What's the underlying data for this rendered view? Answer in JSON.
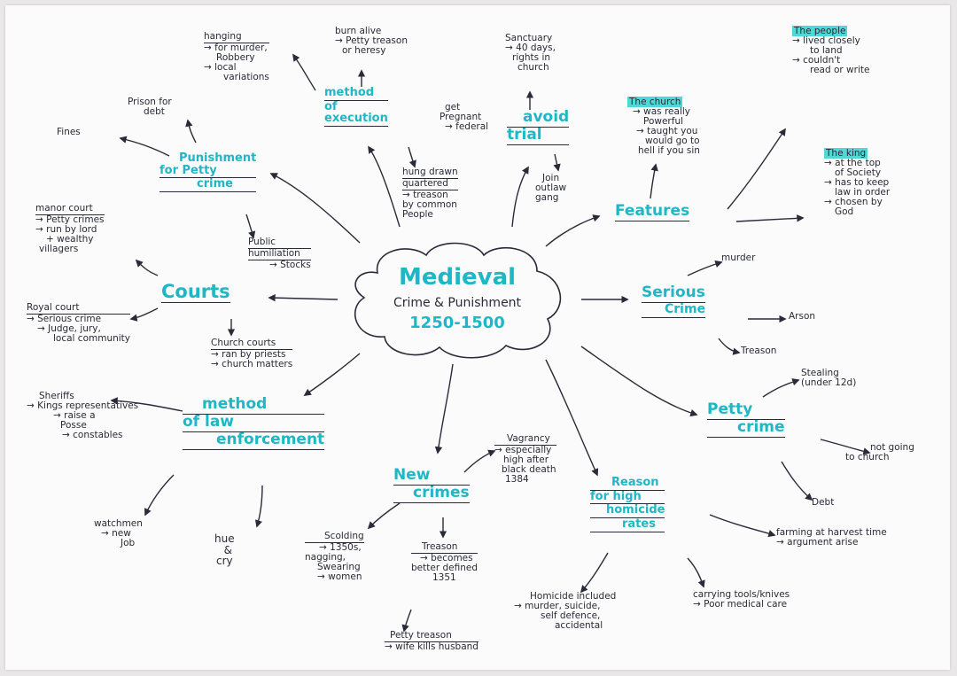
{
  "center": {
    "title": "Medieval",
    "subtitle": "Crime & Punishment",
    "years": "1250-1500"
  },
  "nodes": {
    "hanging": {
      "head": "hanging",
      "lines": [
        "→ for murder,",
        "Robbery",
        "→ local",
        "variations"
      ]
    },
    "burn": {
      "lines": [
        "burn alive",
        "→ Petty treason",
        "or heresy"
      ]
    },
    "method_exec": {
      "lines": [
        "method",
        "of",
        "execution"
      ]
    },
    "sanctuary": {
      "lines": [
        "Sanctuary",
        "→ 40 days,",
        "rights in",
        "church"
      ]
    },
    "get_pregnant": {
      "lines": [
        "get",
        "Pregnant",
        "→ federal"
      ]
    },
    "avoid_trial": {
      "lines": [
        "avoid",
        "trial"
      ]
    },
    "join_outlaw": {
      "lines": [
        "Join",
        "outlaw",
        "gang"
      ]
    },
    "hung_drawn": {
      "lines": [
        "hung drawn",
        "quartered",
        "→ treason",
        "by common",
        "People"
      ]
    },
    "prison": {
      "lines": [
        "Prison for",
        "debt"
      ]
    },
    "fines": {
      "lines": [
        "Fines"
      ]
    },
    "punishment": {
      "lines": [
        "Punishment",
        "for Petty",
        "crime"
      ]
    },
    "public_hum": {
      "lines": [
        "Public",
        "humiliation",
        "→ Stocks"
      ]
    },
    "manor": {
      "head": "manor court",
      "lines": [
        "→ Petty crimes",
        "→ run by lord",
        "+ wealthy",
        "villagers"
      ]
    },
    "courts": {
      "lines": [
        "Courts"
      ]
    },
    "royal": {
      "head": "Royal court",
      "lines": [
        "→ Serious crime",
        "→ Judge, jury,",
        "local community"
      ]
    },
    "church_courts": {
      "head": "Church courts",
      "lines": [
        "→ ran by priests",
        "→ church matters"
      ]
    },
    "sheriffs": {
      "lines": [
        "Sheriffs",
        "→ Kings representatives",
        "→ raise a",
        "Posse",
        "→ constables"
      ]
    },
    "method_law": {
      "lines": [
        "method",
        "of law",
        "enforcement"
      ]
    },
    "watchmen": {
      "lines": [
        "watchmen",
        "→ new",
        "Job"
      ]
    },
    "hue": {
      "lines": [
        "hue",
        "&",
        "cry"
      ]
    },
    "new_crimes": {
      "lines": [
        "New",
        "crimes"
      ]
    },
    "vagrancy": {
      "lines": [
        "Vagrancy",
        "→ especially",
        "high after",
        "black death",
        "1384"
      ]
    },
    "scolding": {
      "lines": [
        "Scolding",
        "→ 1350s,",
        "nagging,",
        "Swearing",
        "→ women"
      ]
    },
    "treason_nc": {
      "lines": [
        "Treason",
        "→ becomes",
        "better defined",
        "1351"
      ]
    },
    "petty_treason": {
      "lines": [
        "Petty treason",
        "→ wife kills husband"
      ]
    },
    "church": {
      "lines": [
        "The church",
        "→ was really",
        "Powerful",
        "→ taught you",
        "would go to",
        "hell if you sin"
      ]
    },
    "features": {
      "lines": [
        "Features"
      ]
    },
    "people": {
      "lines": [
        "The people",
        "→ lived closely",
        "to land",
        "→ couldn't",
        "read or write"
      ]
    },
    "king": {
      "lines": [
        "The king",
        "→ at the top",
        "of Society",
        "→ has to keep",
        "law in order",
        "→ chosen by",
        "God"
      ]
    },
    "murder": {
      "lines": [
        "murder"
      ]
    },
    "serious": {
      "lines": [
        "Serious",
        "Crime"
      ]
    },
    "arson": {
      "lines": [
        "Arson"
      ]
    },
    "treason_s": {
      "lines": [
        "Treason"
      ]
    },
    "stealing": {
      "lines": [
        "Stealing",
        "(under 12d)"
      ]
    },
    "petty_crime": {
      "lines": [
        "Petty",
        "crime"
      ]
    },
    "not_church": {
      "lines": [
        "not going",
        "to church"
      ]
    },
    "debt": {
      "lines": [
        "Debt"
      ]
    },
    "reason": {
      "lines": [
        "Reason",
        "for high",
        "homicide",
        "rates"
      ]
    },
    "homicide": {
      "lines": [
        "Homicide included",
        "→ murder, suicide,",
        "self defence,",
        "accidental"
      ]
    },
    "tools": {
      "lines": [
        "carrying tools/knives",
        "→ Poor medical care"
      ]
    },
    "farming": {
      "lines": [
        "farming at harvest time",
        "→ argument arise"
      ]
    }
  },
  "colors": {
    "ink": "#2a2a38",
    "accent": "#1fb7c5",
    "highlight": "#4fd8d6",
    "paper": "#fbfbfb"
  }
}
